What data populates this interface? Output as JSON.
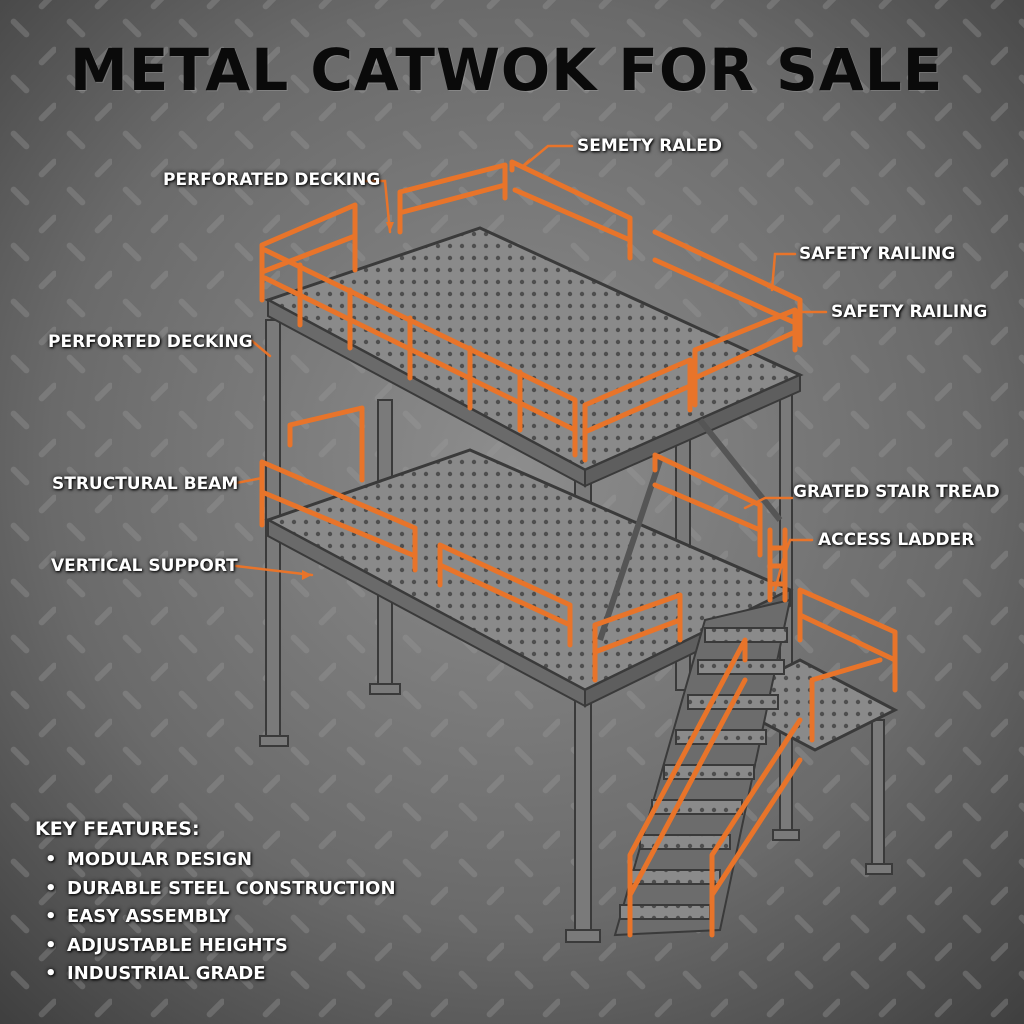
{
  "title": "METAL CATWOK FOR SALE",
  "callouts": {
    "semety_raled": "SEMETY RALED",
    "perforated_decking_top": "PERFORATED DECKING",
    "safety_railing_1": "SAFETY RAILING",
    "safety_railing_2": "SAFETY RAILING",
    "perforted_decking": "PERFORTED DECKING",
    "structural_beam": "STRUCTURAL BEAM",
    "grated_stair_tread": "GRATED STAIR TREAD",
    "access_ladder": "ACCESS LADDER",
    "vertical_support": "VERTICAL SUPPORT"
  },
  "features": {
    "heading": "KEY FEATURES:",
    "items": [
      "MODULAR DESIGN",
      "DURABLE STEEL CONSTRUCTION",
      "EASY ASSEMBLY",
      "ADJUSTABLE HEIGHTS",
      "INDUSTRIAL GRADE"
    ]
  },
  "colors": {
    "accent": "#e8742a",
    "steel": "#7a7a7a",
    "background": "#6e6e6e",
    "text": "#ffffff",
    "title": "#0a0a0a"
  }
}
